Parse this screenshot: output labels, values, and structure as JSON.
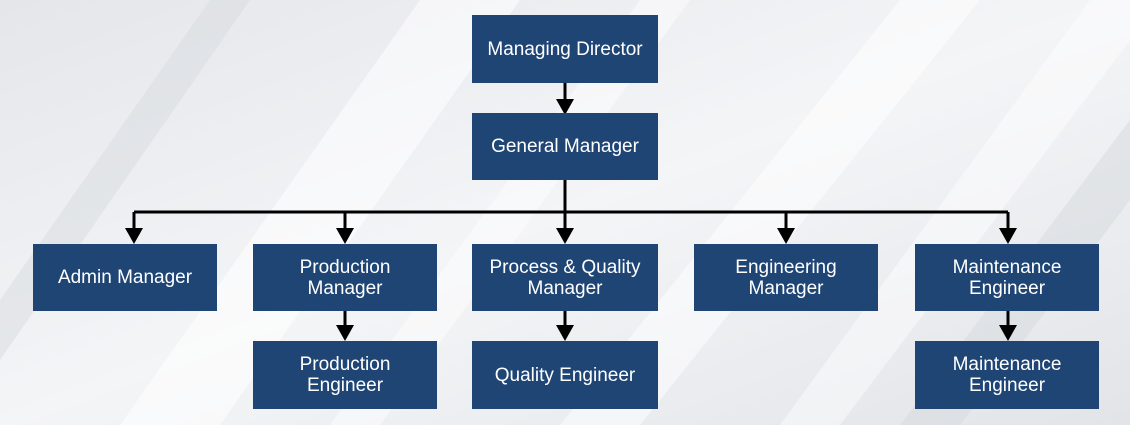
{
  "colors": {
    "box_fill": "#1f4575",
    "box_text": "#ffffff",
    "connector": "#000000",
    "background": "#eceef1"
  },
  "nodes": {
    "managing_director": "Managing Director",
    "general_manager": "General Manager",
    "admin_manager": "Admin Manager",
    "production_manager": "Production Manager",
    "process_quality_manager": "Process & Quality Manager",
    "engineering_manager": "Engineering Manager",
    "maintenance_engineer_top": "Maintenance Engineer",
    "production_engineer": "Production Engineer",
    "quality_engineer": "Quality Engineer",
    "maintenance_engineer_bottom": "Maintenance Engineer"
  },
  "edges": [
    [
      "managing_director",
      "general_manager"
    ],
    [
      "general_manager",
      "admin_manager"
    ],
    [
      "general_manager",
      "production_manager"
    ],
    [
      "general_manager",
      "process_quality_manager"
    ],
    [
      "general_manager",
      "engineering_manager"
    ],
    [
      "general_manager",
      "maintenance_engineer_top"
    ],
    [
      "production_manager",
      "production_engineer"
    ],
    [
      "process_quality_manager",
      "quality_engineer"
    ],
    [
      "maintenance_engineer_top",
      "maintenance_engineer_bottom"
    ]
  ]
}
